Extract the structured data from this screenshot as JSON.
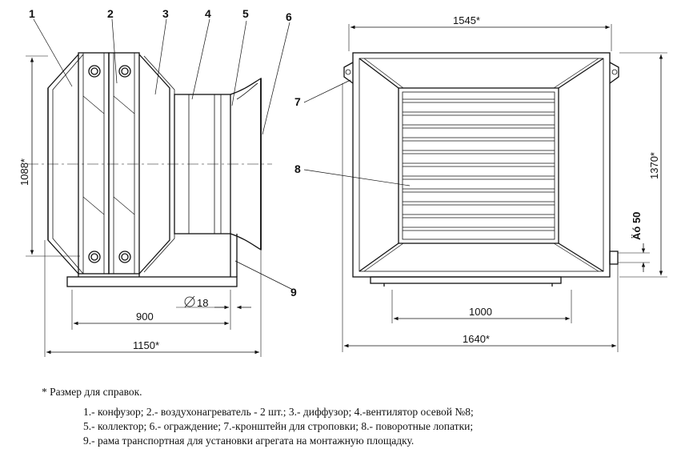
{
  "callouts": [
    "1",
    "2",
    "3",
    "4",
    "5",
    "6",
    "7",
    "8",
    "9"
  ],
  "dimensions": {
    "side_height": "1088*",
    "side_width_900": "900",
    "side_width_total": "1150*",
    "pipe_diameter": "18",
    "front_width_top": "1545*",
    "front_height": "1370*",
    "front_inner_1000": "1000",
    "front_width_total": "1640*",
    "pipe_label": "Äó 50"
  },
  "legend": {
    "note": "* Размер для справок.",
    "line1": "1.- конфузор; 2.- воздухонагреватель - 2 шт.; 3.- диффузор; 4.-вентилятор осевой №8;",
    "line2": "5.- коллектор; 6.- ограждение; 7.-кронштейн для строповки; 8.- поворотные лопатки;",
    "line3": "9.- рама транспортная для установки агрегата на монтажную площадку."
  }
}
